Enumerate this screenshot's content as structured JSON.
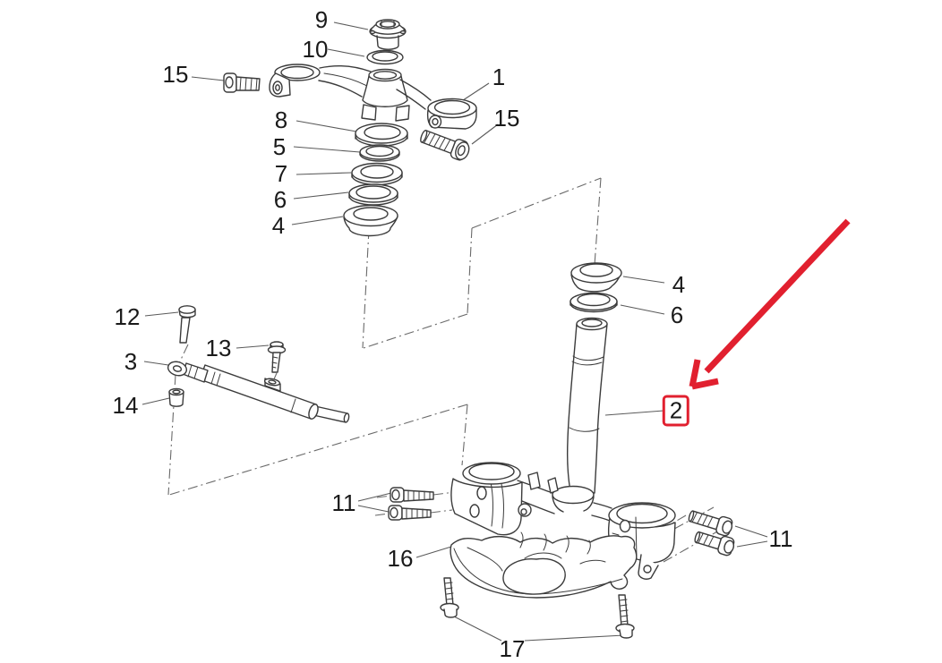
{
  "diagram": {
    "type": "exploded-parts-diagram",
    "subject": "steering-stem-and-triple-clamp-assembly",
    "background_color": "#ffffff",
    "drawing_line_color": "#3b3b3b",
    "leader_line_color": "#5a5a5a",
    "label_color": "#1a1a1a",
    "highlight_color": "#e1202f",
    "callouts": {
      "c1": "1",
      "c2": "2",
      "c3": "3",
      "c4_left": "4",
      "c4_right": "4",
      "c5": "5",
      "c6_left": "6",
      "c6_right": "6",
      "c7": "7",
      "c8": "8",
      "c9": "9",
      "c10": "10",
      "c11_left": "11",
      "c11_right": "11",
      "c12": "12",
      "c13": "13",
      "c14": "14",
      "c15_left": "15",
      "c15_right": "15",
      "c16": "16",
      "c17": "17"
    },
    "highlight": {
      "boxed_callout": "2",
      "arrow_points_to": "2"
    }
  }
}
